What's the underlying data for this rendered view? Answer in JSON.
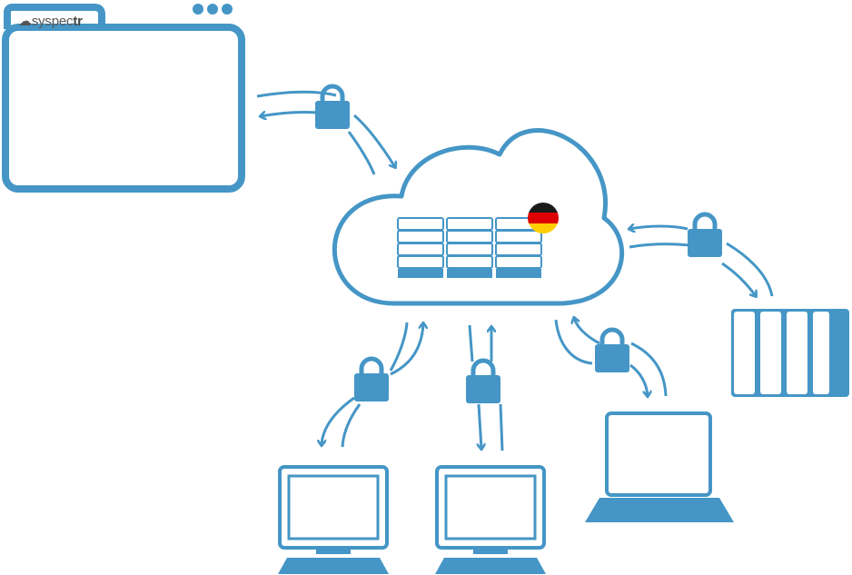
{
  "brand": {
    "logo_prefix": "sys",
    "logo_middle": "pec",
    "logo_suffix": "tr"
  },
  "colors": {
    "accent": "#4596c6",
    "flag_black": "#1a1a1a",
    "flag_red": "#dd0000",
    "flag_gold": "#ffce00"
  },
  "nodes": [
    {
      "name": "browser-window",
      "icon": "browser-window-icon"
    },
    {
      "name": "cloud-server",
      "icon": "cloud-icon"
    },
    {
      "name": "server-rack",
      "icon": "server-rack-icon"
    },
    {
      "name": "desktop-monitor-1",
      "icon": "monitor-icon"
    },
    {
      "name": "desktop-monitor-2",
      "icon": "monitor-icon"
    },
    {
      "name": "laptop",
      "icon": "laptop-icon"
    }
  ],
  "connections": [
    {
      "from": "browser-window",
      "to": "cloud-server",
      "secured": true
    },
    {
      "from": "server-rack",
      "to": "cloud-server",
      "secured": true
    },
    {
      "from": "desktop-monitor-1",
      "to": "cloud-server",
      "secured": true
    },
    {
      "from": "desktop-monitor-2",
      "to": "cloud-server",
      "secured": true
    },
    {
      "from": "laptop",
      "to": "cloud-server",
      "secured": true
    }
  ],
  "cloud_location_flag": "germany-flag-icon"
}
